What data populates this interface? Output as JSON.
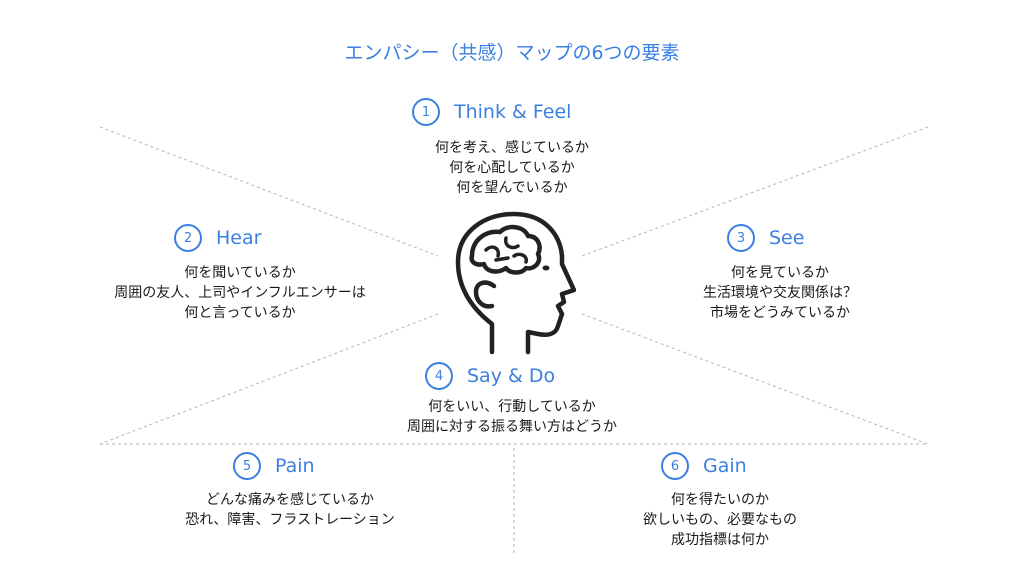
{
  "title": "エンパシー（共感）マップの6つの要素",
  "icon": "head-with-brain-icon",
  "accent_color": "#3b7fe0",
  "sections": [
    {
      "num": "1",
      "label": "Think & Feel",
      "lines": [
        "何を考え、感じているか",
        "何を心配しているか",
        "何を望んでいるか"
      ]
    },
    {
      "num": "2",
      "label": "Hear",
      "lines": [
        "何を聞いているか",
        "周囲の友人、上司やインフルエンサーは",
        "何と言っているか"
      ]
    },
    {
      "num": "3",
      "label": "See",
      "lines": [
        "何を見ているか",
        "生活環境や交友関係は？",
        "市場をどうみているか"
      ]
    },
    {
      "num": "4",
      "label": "Say & Do",
      "lines": [
        "何をいい、行動しているか",
        "周囲に対する振る舞い方はどうか"
      ]
    },
    {
      "num": "5",
      "label": "Pain",
      "lines": [
        "どんな痛みを感じているか",
        "恐れ、障害、フラストレーション"
      ]
    },
    {
      "num": "6",
      "label": "Gain",
      "lines": [
        "何を得たいのか",
        "欲しいもの、必要なもの",
        "成功指標は何か"
      ]
    }
  ]
}
